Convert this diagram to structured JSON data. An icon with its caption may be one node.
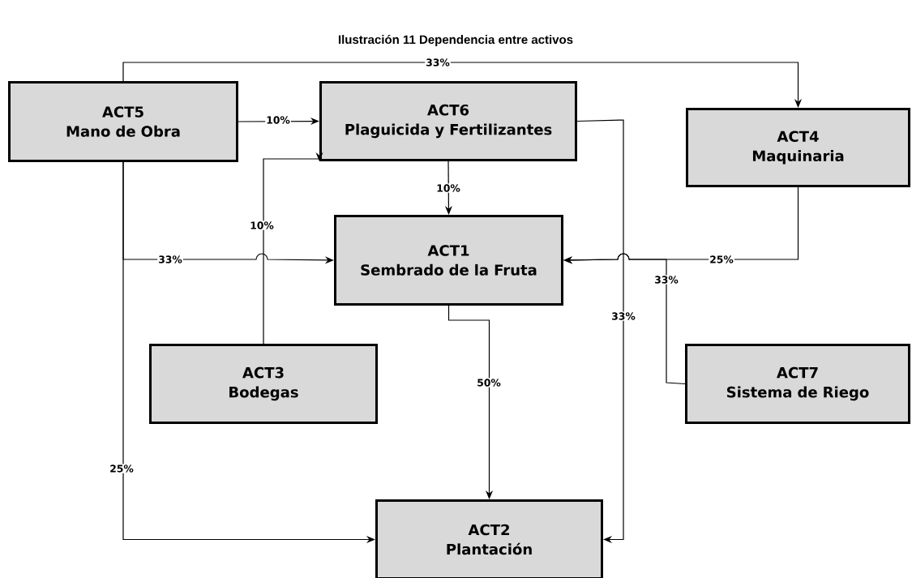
{
  "diagram": {
    "title": "Ilustración 11 Dependencia entre activos",
    "nodes": [
      {
        "text": [
          "ACT5",
          "Mano de Obra"
        ]
      },
      {
        "text": [
          "ACT6",
          "Plaguicida y Fertilizantes"
        ]
      },
      {
        "text": [
          "ACT4",
          "Maquinaria"
        ]
      },
      {
        "text": [
          "ACT1",
          "Sembrado  de la Fruta"
        ]
      },
      {
        "text": [
          "ACT3",
          "Bodegas"
        ]
      },
      {
        "text": [
          "ACT7",
          "Sistema de Riego"
        ]
      },
      {
        "text": [
          "ACT2",
          "Plantación"
        ]
      }
    ],
    "edges": [
      {
        "from": 0,
        "to": 2,
        "arrow": "to",
        "label": "33%"
      },
      {
        "from": 0,
        "to": 1,
        "arrow": "to",
        "label": "10%"
      },
      {
        "from": 0,
        "to": 3,
        "arrow": "to",
        "label": "33%"
      },
      {
        "from": 0,
        "to": 6,
        "arrow": "to",
        "label": "25%"
      },
      {
        "from": 1,
        "to": 3,
        "arrow": "to",
        "label": "10%"
      },
      {
        "from": 1,
        "to": 6,
        "arrow": "to",
        "label": "33%"
      },
      {
        "from": 4,
        "to": 1,
        "arrow": "to",
        "label": "10%"
      },
      {
        "from": 2,
        "to": 3,
        "arrow": "to",
        "label": "25%"
      },
      {
        "from": 5,
        "to": 3,
        "arrow": "to",
        "label": "33%"
      },
      {
        "from": 3,
        "to": 6,
        "arrow": "to",
        "label": "50%"
      }
    ]
  }
}
